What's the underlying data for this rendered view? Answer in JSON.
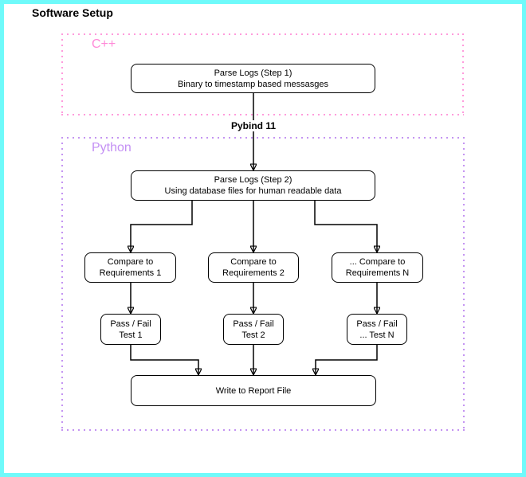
{
  "title": "Software Setup",
  "frame": {
    "border_color": "#6ffafa",
    "background": "#ffffff"
  },
  "groups": {
    "cpp": {
      "label": "C++",
      "color": "#ff8ad8"
    },
    "python": {
      "label": "Python",
      "color": "#c490f4"
    }
  },
  "edge_label": "Pybind 11",
  "node_style": {
    "fill": "#ffffff",
    "stroke": "#000000"
  },
  "nodes": {
    "step1": {
      "line1": "Parse Logs (Step 1)",
      "line2": "Binary to timestamp based messasges"
    },
    "step2": {
      "line1": "Parse Logs (Step 2)",
      "line2": "Using database files for human readable data"
    },
    "compare1": {
      "line1": "Compare to",
      "line2": "Requirements 1"
    },
    "compare2": {
      "line1": "Compare to",
      "line2": "Requirements 2"
    },
    "compareN": {
      "line1": "... Compare to",
      "line2": "Requirements N"
    },
    "test1": {
      "line1": "Pass / Fail",
      "line2": "Test 1"
    },
    "test2": {
      "line1": "Pass / Fail",
      "line2": "Test 2"
    },
    "testN": {
      "line1": "Pass / Fail",
      "line2": "... Test N"
    },
    "report": {
      "line1": "Write to Report File"
    }
  }
}
